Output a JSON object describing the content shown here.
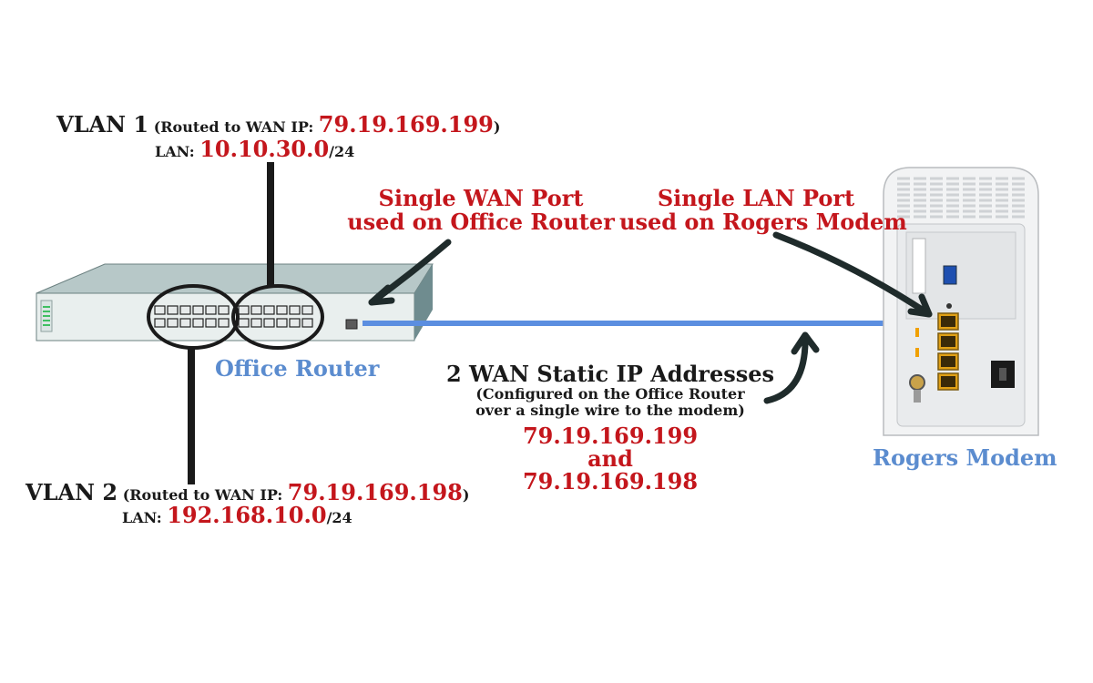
{
  "vlan1": {
    "name": "VLAN 1",
    "routed_prefix": "(Routed to WAN IP: ",
    "wan_ip": "79.19.169.199",
    "routed_suffix": ")",
    "lan_prefix": "LAN: ",
    "lan_net": "10.10.30.0",
    "lan_mask": "/24"
  },
  "vlan2": {
    "name": "VLAN 2",
    "routed_prefix": "(Routed to WAN IP: ",
    "wan_ip": "79.19.169.198",
    "routed_suffix": ")",
    "lan_prefix": "LAN: ",
    "lan_net": "192.168.10.0",
    "lan_mask": "/24"
  },
  "wan_port_note": {
    "line1": "Single WAN Port",
    "line2": "used on Office Router"
  },
  "lan_port_note": {
    "line1": "Single LAN Port",
    "line2": "used on Rogers Modem"
  },
  "office_router_label": "Office Router",
  "rogers_modem_label": "Rogers Modem",
  "static_ip_note": {
    "title": "2 WAN Static IP Addresses",
    "line1": "(Configured on the Office Router",
    "line2": "over a single wire to the modem)",
    "ip1": "79.19.169.199",
    "and": "and",
    "ip2": "79.19.169.198"
  },
  "colors": {
    "red": "#c4161c",
    "blue_label": "#5b8ccf",
    "wire": "#5b8ee0",
    "switch_body": "#6f8c8f",
    "modem_port": "#e0a016"
  }
}
